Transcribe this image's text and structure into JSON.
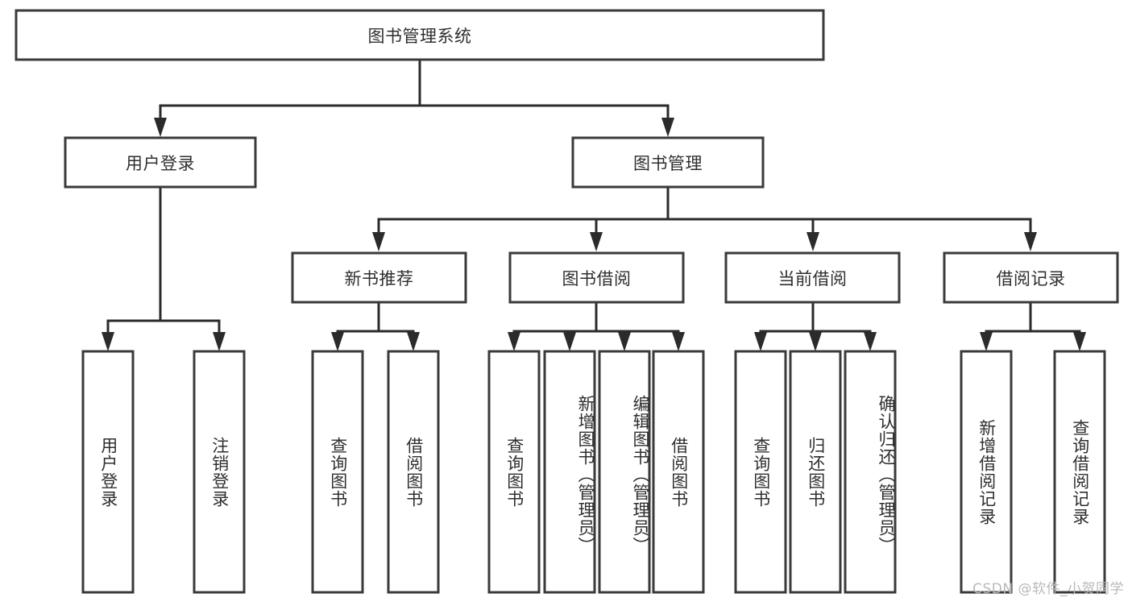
{
  "diagram": {
    "title": "图书管理系统",
    "watermark": "CSDN @软件_小贺同学",
    "root": {
      "label": "图书管理系统"
    },
    "level2": [
      {
        "label": "用户登录"
      },
      {
        "label": "图书管理"
      }
    ],
    "level3": [
      {
        "label": "新书推荐"
      },
      {
        "label": "图书借阅"
      },
      {
        "label": "当前借阅"
      },
      {
        "label": "借阅记录"
      }
    ],
    "leaves": [
      {
        "label": "用户登录"
      },
      {
        "label": "注销登录"
      },
      {
        "label": "查询图书"
      },
      {
        "label": "借阅图书"
      },
      {
        "label": "查询图书"
      },
      {
        "label": "新增图书（管理员）"
      },
      {
        "label": "编辑图书（管理员）"
      },
      {
        "label": "借阅图书"
      },
      {
        "label": "查询图书"
      },
      {
        "label": "归还图书"
      },
      {
        "label": "确认归还（管理员）"
      },
      {
        "label": "新增借阅记录"
      },
      {
        "label": "查询借阅记录"
      }
    ],
    "colors": {
      "box_stroke": "#3a3a3a",
      "connector": "#2b2b2b",
      "text": "#2f2f2f",
      "background": "#ffffff",
      "watermark": "#b9b9b9"
    }
  }
}
